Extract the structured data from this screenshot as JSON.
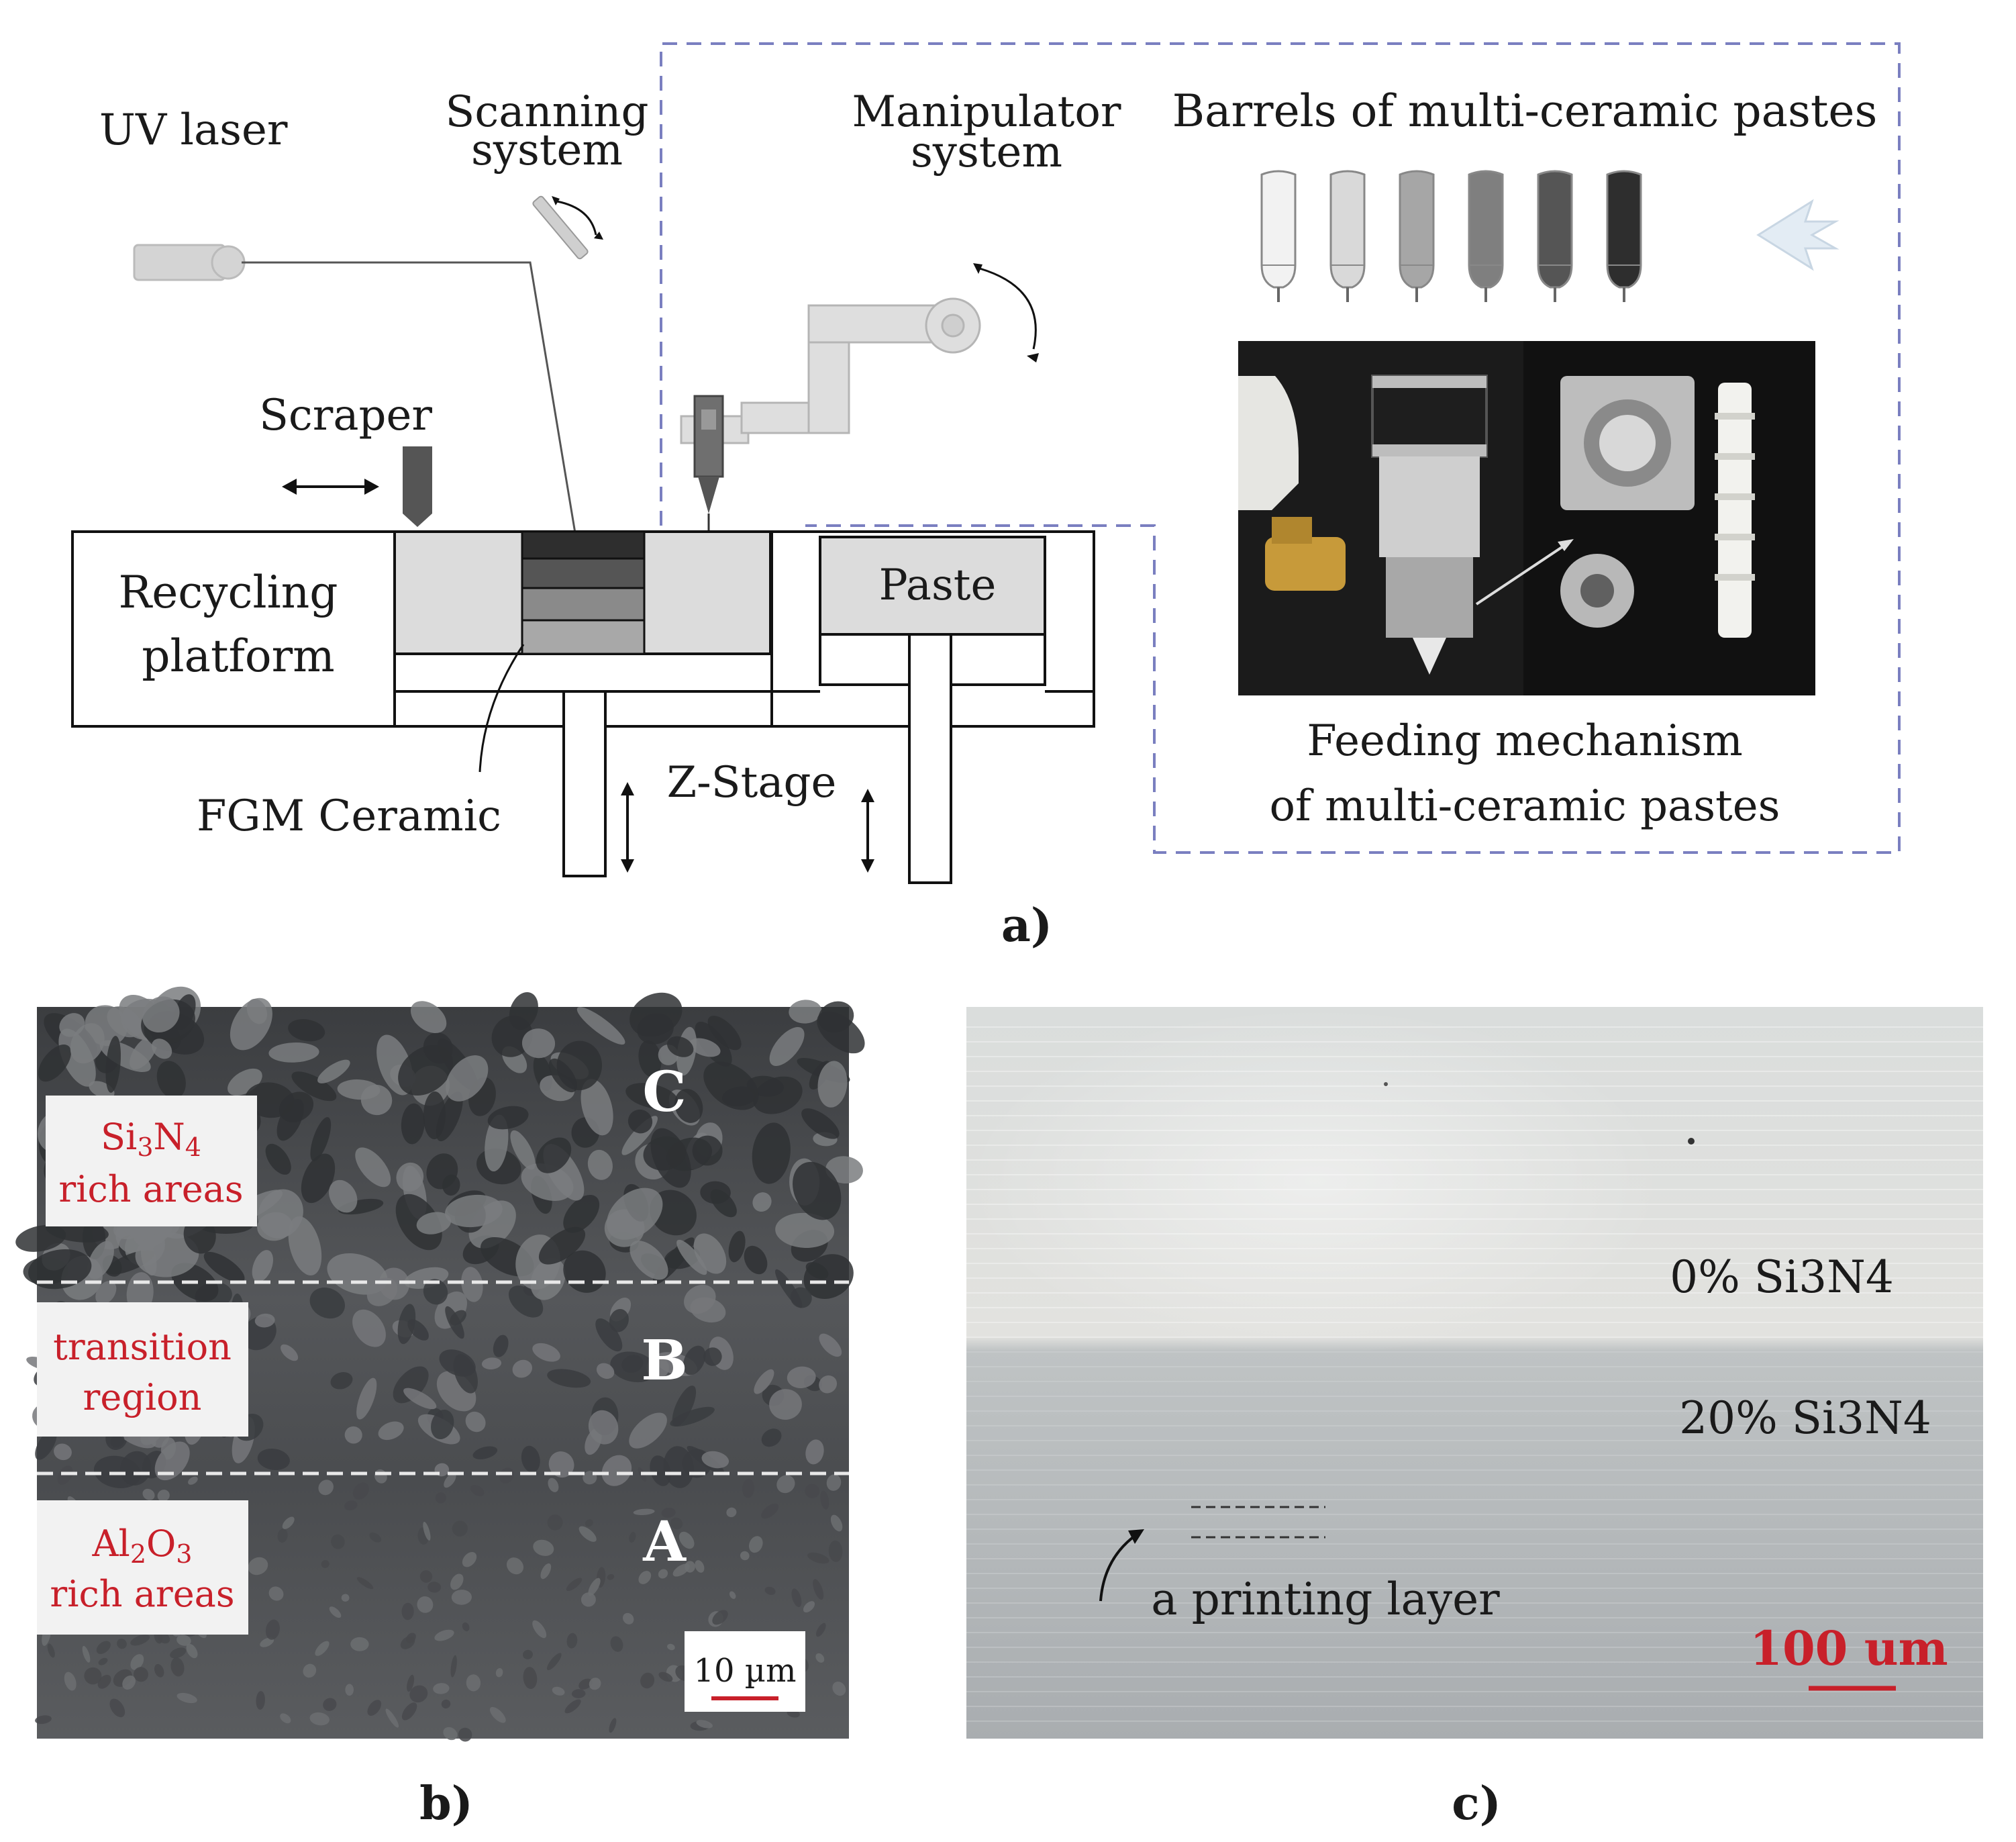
{
  "panel_a": {
    "uv_laser": "UV laser",
    "scanning_line1": "Scanning",
    "scanning_line2": "system",
    "manipulator_line1": "Manipulator",
    "manipulator_line2": "system",
    "barrels_title": "Barrels of multi-ceramic pastes",
    "scraper": "Scraper",
    "recycling_line1": "Recycling",
    "recycling_line2": "platform",
    "paste": "Paste",
    "fgm_ceramic": "FGM Ceramic",
    "z_stage": "Z-Stage",
    "feeding_line1": "Feeding mechanism",
    "feeding_line2": "of multi-ceramic pastes",
    "caption": "a)",
    "barrel_colors": [
      "#f2f2f2",
      "#d9d9d9",
      "#a6a6a6",
      "#7f7f7f",
      "#555555",
      "#2e2e2e"
    ],
    "frame_color": "#7a7fc0"
  },
  "panel_b": {
    "zone_c": "C",
    "zone_b": "B",
    "zone_a": "A",
    "si3n4_label": {
      "pre": "Si",
      "sub1": "3",
      "mid": "N",
      "sub2": "4"
    },
    "si3n4_rich_line2": "rich areas",
    "transition_line1": "transition",
    "transition_line2": "region",
    "al2o3_label": {
      "pre": "Al",
      "sub1": "2",
      "mid": "O",
      "sub2": "3"
    },
    "al2o3_rich_line2": "rich areas",
    "scale_bar": "10 µm",
    "caption": "b)"
  },
  "panel_c": {
    "top_layer": "0% Si3N4",
    "bottom_layer": "20% Si3N4",
    "printing_layer": "a printing layer",
    "scale_bar": "100 um",
    "caption": "c)"
  }
}
